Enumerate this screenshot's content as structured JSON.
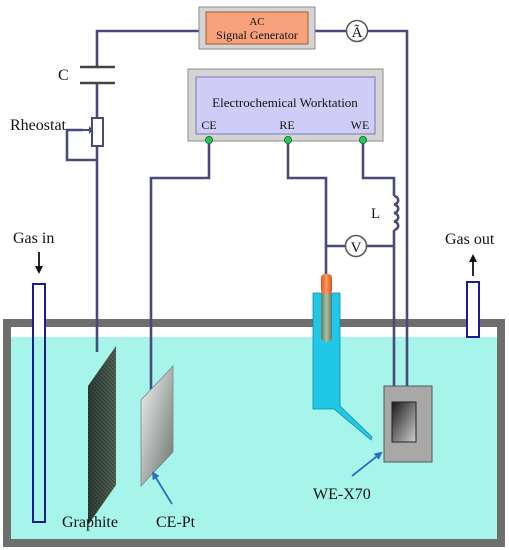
{
  "diagram": {
    "signal_generator": {
      "line1": "AC",
      "line2": "Signal Generator"
    },
    "ammeter": {
      "symbol": "Ã"
    },
    "voltmeter": {
      "symbol": "V"
    },
    "capacitor": {
      "label": "C"
    },
    "rheostat": {
      "label": "Rheostat"
    },
    "inductor": {
      "label": "L"
    },
    "workstation": {
      "title": "Electrochemical Worktation",
      "terminals": [
        "CE",
        "RE",
        "WE"
      ]
    },
    "gas_in": {
      "label": "Gas in"
    },
    "gas_out": {
      "label": "Gas out"
    },
    "electrodes": {
      "graphite": "Graphite",
      "counter": "CE-Pt",
      "working": "WE-X70"
    },
    "colors": {
      "wire": "#4a4a7a",
      "electrolyte": "#a7f5ea",
      "tank_wall": "#6e6e6e",
      "generator_fill": "#f7a27c",
      "workstation_fill": "#cfcdf7",
      "terminal_dot": "#22c55e",
      "electrode_tip": "#f46d20",
      "arrow": "#2b6fc4"
    }
  }
}
